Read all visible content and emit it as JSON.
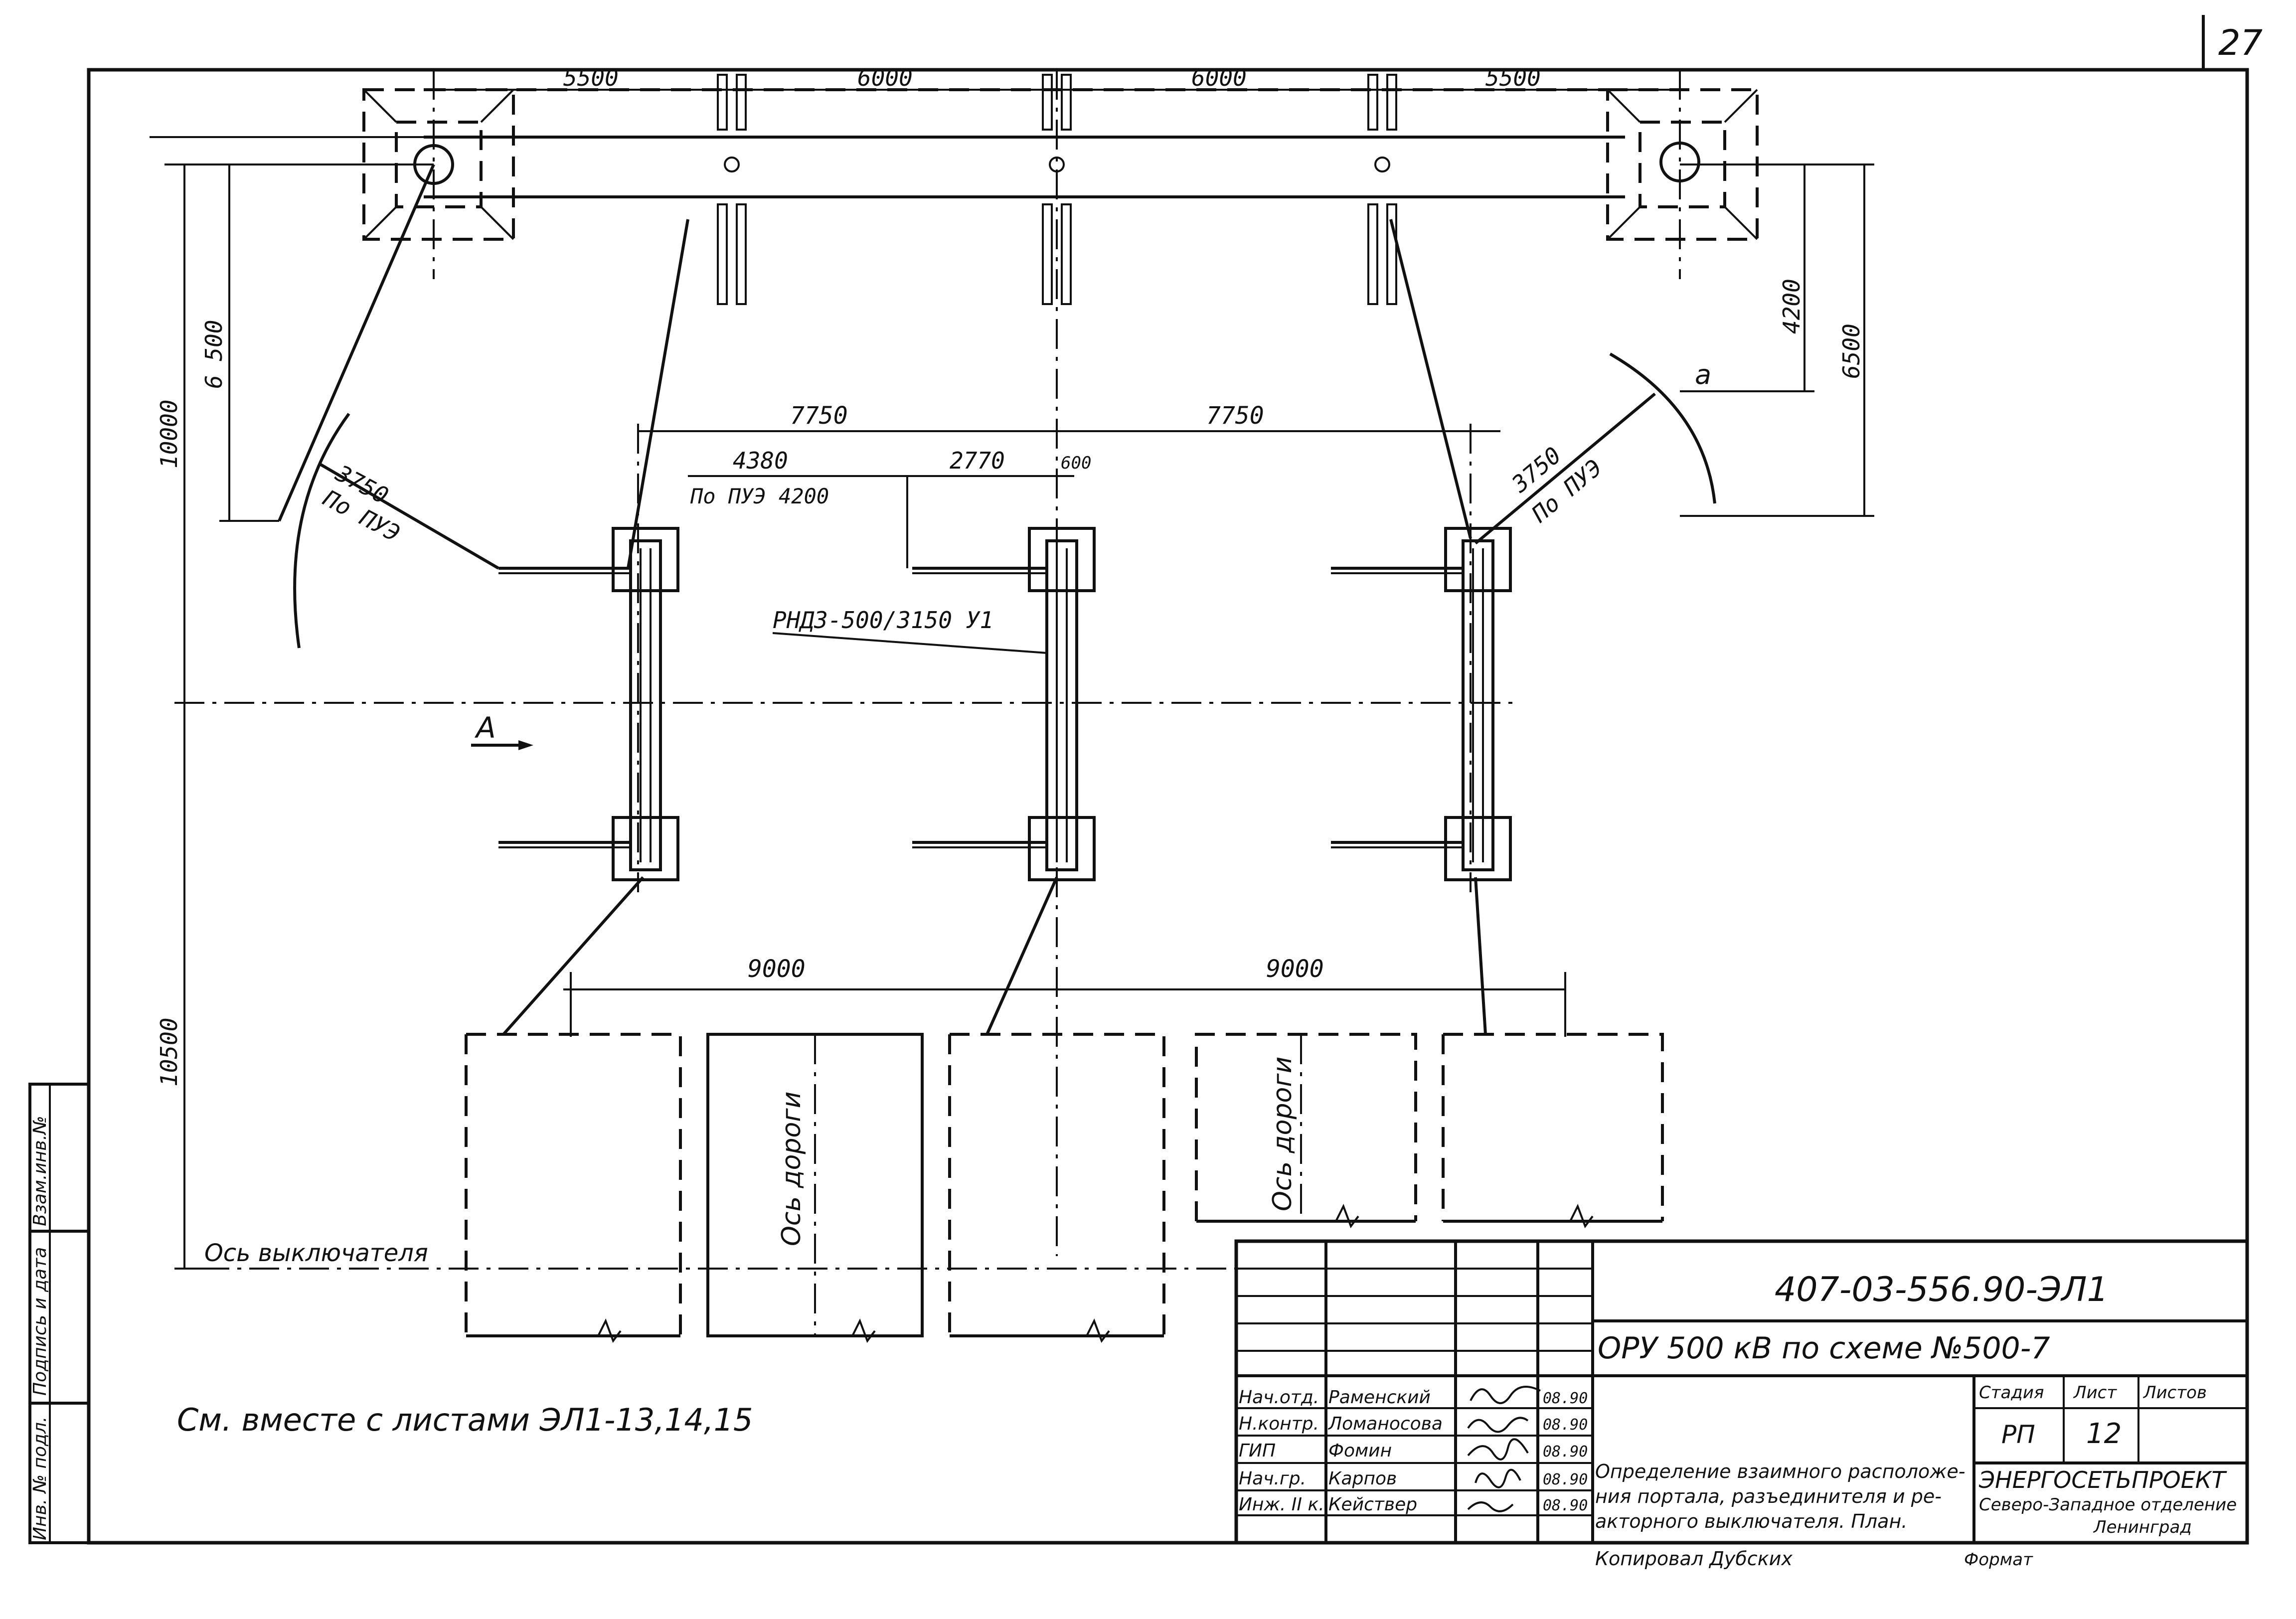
{
  "sheet_corner_number": "27",
  "dimensions": {
    "top": [
      "5500",
      "6000",
      "6000",
      "5500"
    ],
    "left_10000": "10000",
    "left_6500": "6 500",
    "right_4200": "4200",
    "right_6500": "6500",
    "mid_7750_left": "7750",
    "mid_7750_right": "7750",
    "d4380": "4380",
    "d2770": "2770",
    "d600": "600",
    "puz4200": "По ПУЭ 4200",
    "r3750_left": "3750",
    "puz_left": "По ПУЭ",
    "r3750_right": "3750",
    "puz_right": "По ПУЭ",
    "d9000_left": "9000",
    "d9000_right": "9000",
    "d10500": "10500"
  },
  "labels": {
    "disconnector": "РНДЗ-500/3150 У1",
    "section_a": "А",
    "point_a": "а",
    "road_axis_1": "Ось дороги",
    "road_axis_2": "Ось дороги",
    "breaker_axis": "Ось выключателя",
    "see_also": "См. вместе с листами ЭЛ1-13,14,15"
  },
  "side_stamp": {
    "cells": [
      "Инв. № подл.",
      "Подпись и дата",
      "Взам.инв.№"
    ]
  },
  "title_block": {
    "doc_code": "407-03-556.90-ЭЛ1",
    "project": "ОРУ 500 кВ по схеме №500-7",
    "people": [
      {
        "role": "Нач.отд.",
        "name": "Раменский",
        "date": "08.90"
      },
      {
        "role": "Н.контр.",
        "name": "Ломаносова",
        "date": "08.90"
      },
      {
        "role": "ГИП",
        "name": "Фомин",
        "date": "08.90"
      },
      {
        "role": "Нач.гр.",
        "name": "Карпов",
        "date": "08.90"
      },
      {
        "role": "Инж. II к.",
        "name": "Кействер",
        "date": "08.90"
      }
    ],
    "sheet_title_1": "Определение взаимного расположе-",
    "sheet_title_2": "ния портала, разъединителя и ре-",
    "sheet_title_3": "акторного выключателя. План.",
    "col_stage": "Стадия",
    "col_sheet": "Лист",
    "col_sheets": "Листов",
    "stage": "РП",
    "sheet": "12",
    "org_1": "ЭНЕРГОСЕТЬПРОЕКТ",
    "org_2": "Северо-Западное отделение",
    "org_3": "Ленинград",
    "copied": "Копировал Дубских",
    "format": "Формат"
  }
}
